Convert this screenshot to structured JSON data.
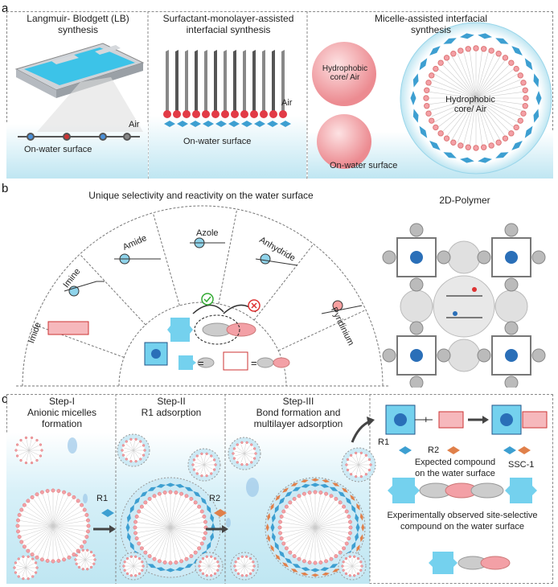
{
  "panels": {
    "a": {
      "label": "a",
      "col1": {
        "title": "Langmuir- Blodgett (LB)\nsynthesis",
        "air": "Air",
        "surface": "On-water surface"
      },
      "col2": {
        "title": "Surfactant-monolayer-assisted\ninterfacial synthesis",
        "air": "Air",
        "surface": "On-water surface"
      },
      "col3": {
        "title": "Micelle-assisted interfacial\nsynthesis",
        "core_small": "Hydrophobic\ncore/ Air",
        "core_big": "Hydrophobic\ncore/ Air",
        "surface": "On-water surface"
      }
    },
    "b": {
      "label": "b",
      "title": "Unique selectivity and reactivity on the water surface",
      "sectors": [
        "Imide",
        "Imine",
        "Amide",
        "Azole",
        "Anhydride",
        "Pyridinium"
      ],
      "polymer_title": "2D-Polymer",
      "equals": "="
    },
    "c": {
      "label": "c",
      "step1": "Step-I\nAnionic micelles\nformation",
      "step2": "Step-II\nR1 adsorption",
      "step3": "Step-III\nBond formation and\nmultilayer adsorption",
      "r1_arrow": "R1",
      "r2_arrow": "R2",
      "r1": "R1",
      "r2": "R2",
      "plus": "+",
      "product": "SSC-1",
      "expected": "Expected compound\non the water surface",
      "observed": "Experimentally observed site-selective\ncompound on the water surface"
    }
  },
  "colors": {
    "water": "#bfe6f2",
    "micelle": "#f3a0a6",
    "cyan": "#4cc3e6",
    "diamond": "#3d9fd1",
    "orange": "#e0804a"
  }
}
